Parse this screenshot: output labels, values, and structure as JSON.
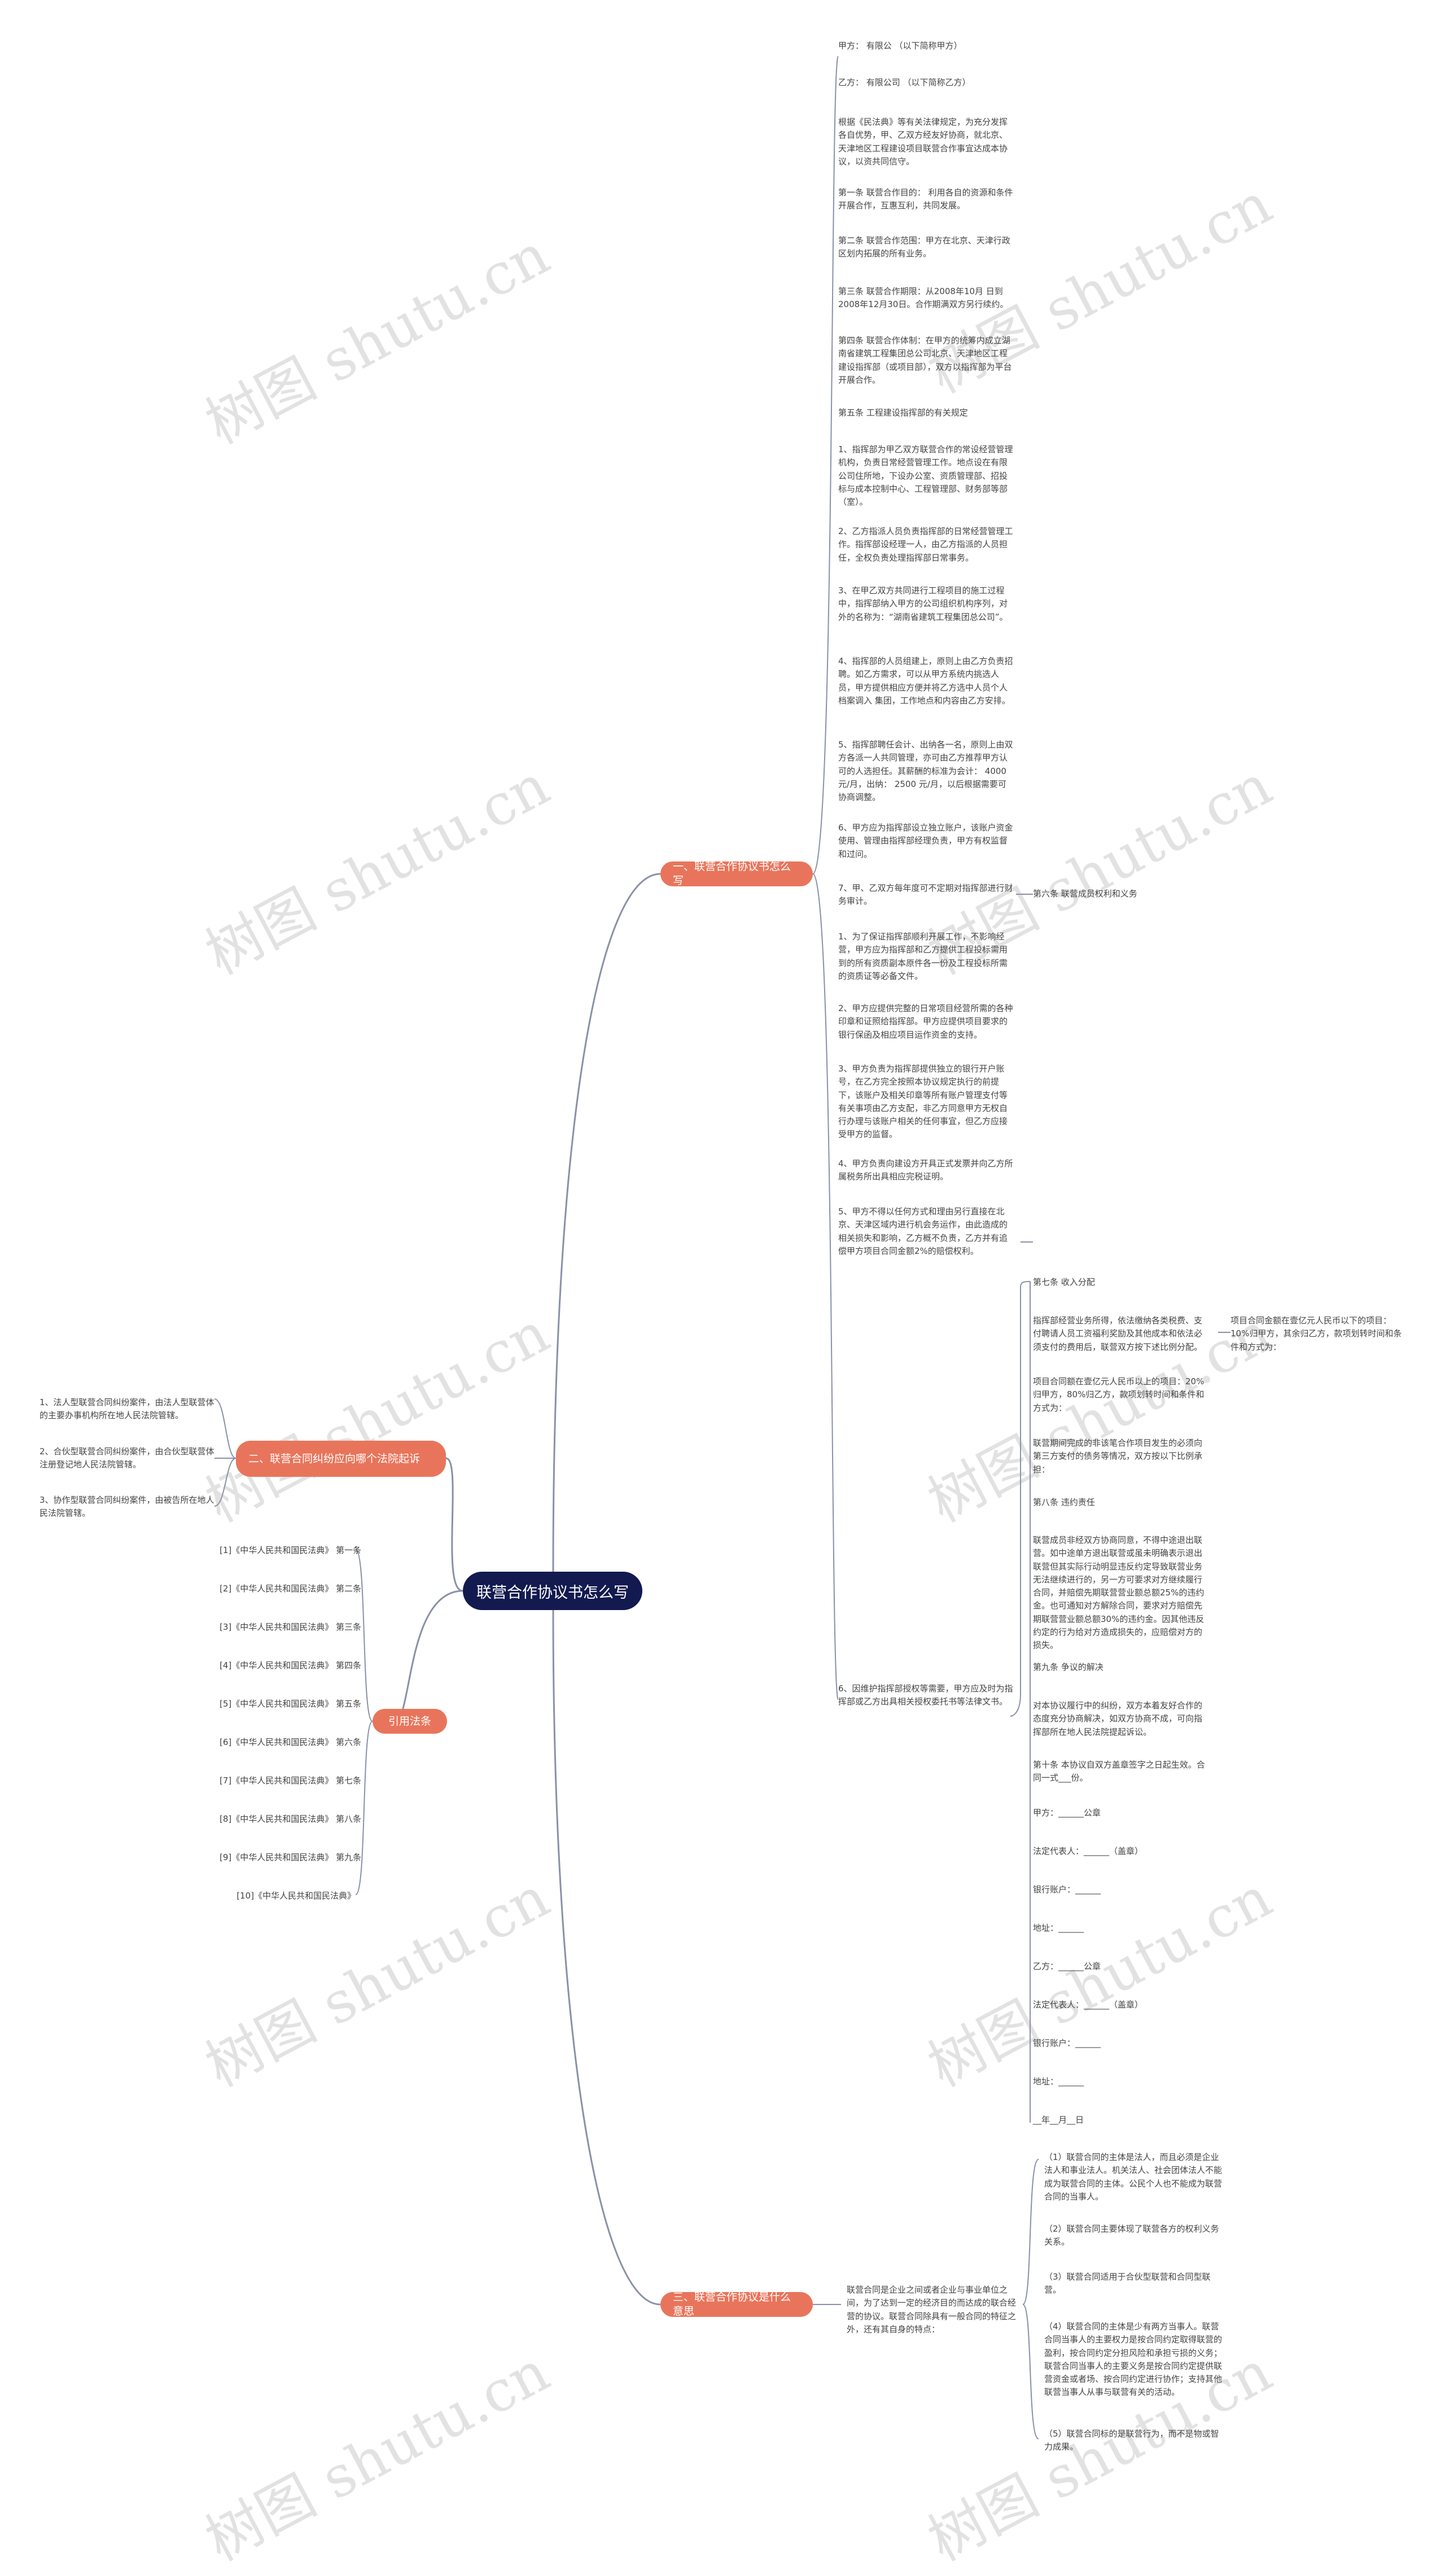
{
  "root": "联营合作协议书怎么写",
  "watermark": "树图 shutu.cn",
  "branches": {
    "b1": "一、联营合作协议书怎么写",
    "b2": "二、联营合同纠纷应向哪个法院起诉",
    "b3": "引用法条",
    "b4": "三、联营合作协议是什么意思"
  },
  "b1_items": [
    "甲方：  有限公 （以下简称甲方）",
    "乙方：  有限公司 （以下简称乙方）",
    "根据《民法典》等有关法律规定，为充分发挥各自优势，甲、乙双方经友好协商，就北京、天津地区工程建设项目联营合作事宜达成本协议，以资共同信守。",
    "第一条 联营合作目的：  利用各自的资源和条件开展合作，互惠互利，共同发展。",
    "第二条 联营合作范围：甲方在北京、天津行政区划内拓展的所有业务。",
    "第三条 联营合作期限：从2008年10月 日到2008年12月30日。合作期满双方另行续约。",
    "第四条 联营合作体制：在甲方的统筹内成立湖南省建筑工程集团总公司北京、天津地区工程建设指挥部（或项目部），双方以指挥部为平台开展合作。",
    "第五条 工程建设指挥部的有关规定",
    "1、指挥部为甲乙双方联营合作的常设经营管理机构，负责日常经营管理工作。地点设在有限公司住所地，下设办公室、资质管理部、招投标与成本控制中心、工程管理部、财务部等部（室）。",
    "2、乙方指派人员负责指挥部的日常经营管理工作。指挥部设经理一人，由乙方指派的人员担任，全权负责处理指挥部日常事务。",
    "3、在甲乙双方共同进行工程项目的施工过程中，指挥部纳入甲方的公司组织机构序列，对外的名称为：“湖南省建筑工程集团总公司”。",
    "4、指挥部的人员组建上，原则上由乙方负责招聘。如乙方需求，可以从甲方系统内挑选人员，甲方提供相应方便并将乙方选中人员个人档案调入 集团，工作地点和内容由乙方安排。",
    "5、指挥部聘任会计、出纳各一名，原则上由双方各派一人共同管理，亦可由乙方推荐甲方认可的人选担任。其薪酬的标准为会计： 4000 元/月，出纳： 2500 元/月，以后根据需要可协商调整。",
    "6、甲方应为指挥部设立独立账户，该账户资金使用、管理由指挥部经理负责，甲方有权监督和过问。",
    "7、甲、乙双方每年度可不定期对指挥部进行财务审计。",
    "1、为了保证指挥部顺利开展工作，不影响经营，甲方应为指挥部和乙方提供工程投标需用到的所有资质副本原件各一份及工程投标所需的资质证等必备文件。",
    "2、甲方应提供完整的日常项目经营所需的各种印章和证照给指挥部。甲方应提供项目要求的银行保函及相应项目运作资金的支持。",
    "3、甲方负责为指挥部提供独立的银行开户账号，在乙方完全按照本协议规定执行的前提下，该账户及相关印章等所有账户管理支付等有关事项由乙方支配，非乙方同意甲方无权自行办理与该账户相关的任何事宜，但乙方应接受甲方的监督。",
    "4、甲方负责向建设方开具正式发票并向乙方所属税务所出具相应完税证明。",
    "5、甲方不得以任何方式和理由另行直接在北京、天津区域内进行机会务运作，由此造成的相关损失和影响，乙方概不负责，乙方并有追偿甲方项目合同金额2%的赔偿权利。",
    "6、因维护指挥部授权等需要，甲方应及时为指挥部或乙方出具相关授权委托书等法律文书。"
  ],
  "article6_title": "第六条 联营成员权利和义务",
  "article7": [
    "第七条 收入分配",
    "指挥部经营业务所得，依法缴纳各类税费、支付聘请人员工资福利奖励及其他成本和依法必须支付的费用后，联营双方按下述比例分配。",
    "项目合同额在壹亿元人民币以上的项目：20%归甲方，80%归乙方，款项划转时间和条件和方式为：",
    "联营期间完成的非该笔合作项目发生的必须向第三方支付的债务等情况，双方按以下比例承担：",
    "第八条 违约责任",
    "联营成员非经双方协商同意，不得中途退出联营。如中途单方退出联营或虽未明确表示退出联营但其实际行动明显违反约定导致联营业务无法继续进行的，另一方可要求对方继续履行合同，并赔偿先期联营营业额总额25%的违约金。也可通知对方解除合同，要求对方赔偿先期联营营业额总额30%的违约金。因其他违反约定的行为给对方造成损失的，应赔偿对方的损失。",
    "第九条 争议的解决",
    "对本协议履行中的纠纷，双方本着友好合作的态度充分协商解决，如双方协商不成，可向指挥部所在地人民法院提起诉讼。",
    "第十条 本协议自双方盖章签字之日起生效。合同一式___份。",
    "甲方：______公章",
    "法定代表人：______（盖章）",
    "银行账户：______",
    "地址：______",
    "乙方：______公章",
    "法定代表人：______（盖章）",
    "银行账户：______",
    "地址：______",
    "__年__月__日"
  ],
  "article7_side": "项目合同金额在壹亿元人民币以下的项目：10%归甲方，其余归乙方，款项划转时间和条件和方式为：",
  "b2_items": [
    "1、法人型联营合同纠纷案件，由法人型联营体的主要办事机构所在地人民法院管辖。",
    "2、合伙型联营合同纠纷案件，由合伙型联营体注册登记地人民法院管辖。",
    "3、协作型联营合同纠纷案件，由被告所在地人民法院管辖。"
  ],
  "b3_items": [
    "[1]《中华人民共和国民法典》 第一条",
    "[2]《中华人民共和国民法典》 第二条",
    "[3]《中华人民共和国民法典》 第三条",
    "[4]《中华人民共和国民法典》 第四条",
    "[5]《中华人民共和国民法典》 第五条",
    "[6]《中华人民共和国民法典》 第六条",
    "[7]《中华人民共和国民法典》 第七条",
    "[8]《中华人民共和国民法典》 第八条",
    "[9]《中华人民共和国民法典》 第九条",
    "[10]《中华人民共和国民法典》"
  ],
  "b4_summary": "联营合同是企业之间或者企业与事业单位之间，为了达到一定的经济目的而达成的联合经营的协议。联营合同除具有一般合同的特征之外，还有其自身的特点：",
  "b4_items": [
    "（1）联营合同的主体是法人，而且必须是企业法人和事业法人。机关法人、社会团体法人不能成为联营合同的主体。公民个人也不能成为联营合同的当事人。",
    "（2）联营合同主要体现了联营各方的权利义务关系。",
    "（3）联营合同适用于合伙型联营和合同型联营。",
    "（4）联营合同的主体是少有两方当事人。联营合同当事人的主要权力是按合同约定取得联营的盈利，按合同约定分担风险和承担亏损的义务；联营合同当事人的主要义务是按合同约定提供联营资金或者场、按合同约定进行协作；支持其他联营当事人从事与联营有关的活动。",
    "（5）联营合同标的是联营行为，而不是物或智力成果。"
  ]
}
